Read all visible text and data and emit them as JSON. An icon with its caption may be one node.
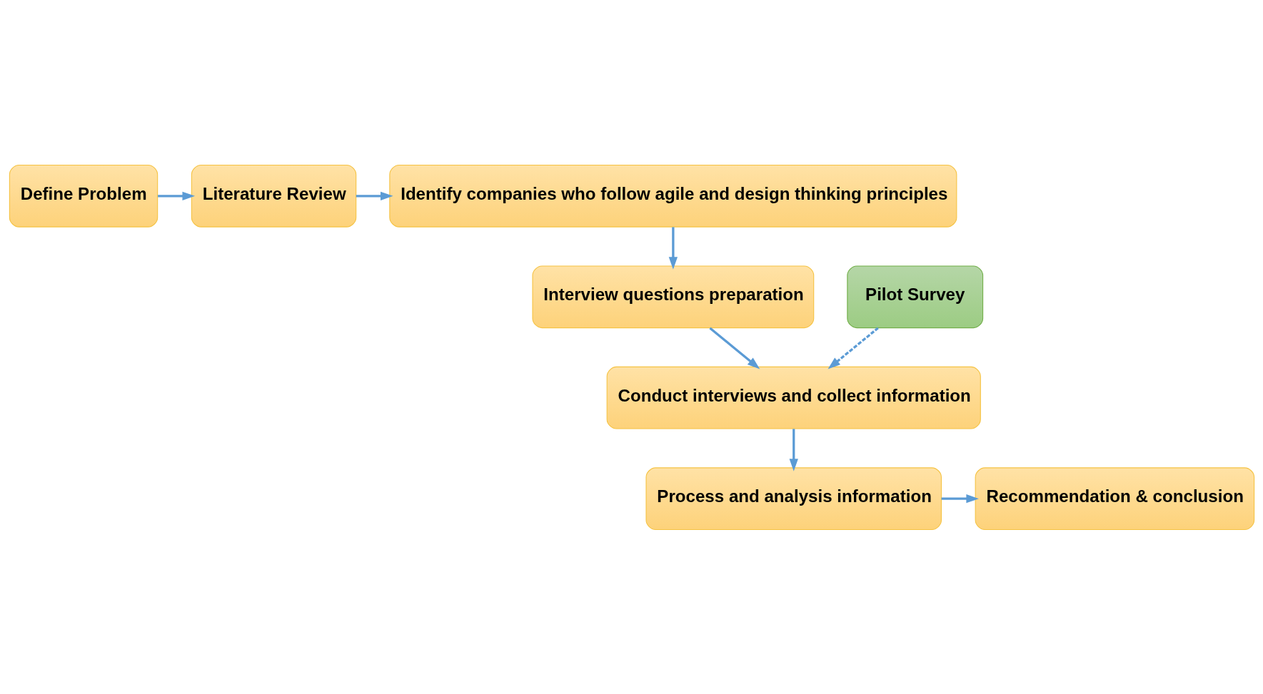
{
  "diagram": {
    "nodes": [
      {
        "text": [
          "Define Problem"
        ]
      },
      {
        "text": [
          "Literature Review"
        ]
      },
      {
        "text": [
          "Identify companies who follow agile and design thinking principles"
        ]
      },
      {
        "text": [
          "Interview questions preparation"
        ]
      },
      {
        "text": [
          "Pilot Survey"
        ]
      },
      {
        "text": [
          "Conduct interviews and collect information"
        ]
      },
      {
        "text": [
          "Process and analysis information"
        ]
      },
      {
        "text": [
          "Recommendation & conclusion"
        ]
      }
    ],
    "edges": [
      {
        "from": 0,
        "to": 1,
        "arrow": "to"
      },
      {
        "from": 1,
        "to": 2,
        "arrow": "to"
      },
      {
        "from": 2,
        "to": 3,
        "arrow": "to"
      },
      {
        "from": 3,
        "to": 5,
        "arrow": "to"
      },
      {
        "from": 4,
        "to": 5,
        "arrow": "to",
        "style": "dashed"
      },
      {
        "from": 5,
        "to": 6,
        "arrow": "to"
      },
      {
        "from": 6,
        "to": 7,
        "arrow": "to"
      }
    ]
  }
}
